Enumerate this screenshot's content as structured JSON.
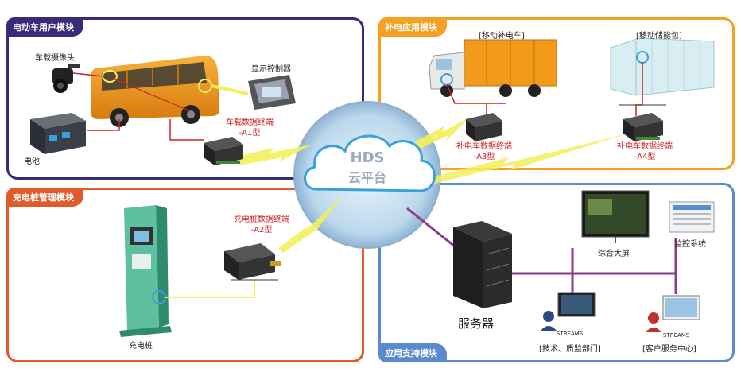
{
  "modules": {
    "ev_user": "电动车用户模块",
    "recharge": "补电应用模块",
    "charging_pile": "充电桩管理模块",
    "app_support": "应用支持模块"
  },
  "cloud": {
    "line1": "HDS",
    "line2": "云平台"
  },
  "ev_user": {
    "camera": "车载摄像头",
    "display": "显示控制器",
    "battery": "电池",
    "terminal_l1": "车载数据终端",
    "terminal_l2": "-A1型"
  },
  "recharge": {
    "mobile_truck": "[移动补电车]",
    "storage_pack": "[移动储能包]",
    "terminal_a3_l1": "补电车数据终端",
    "terminal_a3_l2": "-A3型",
    "terminal_a4_l1": "补电车数据终端",
    "terminal_a4_l2": "-A4型"
  },
  "charging_pile": {
    "terminal_l1": "充电桩数据终端",
    "terminal_l2": "-A2型",
    "pile": "充电桩"
  },
  "app_support": {
    "server": "服务器",
    "big_screen": "综合大屏",
    "monitor": "监控系统",
    "streams1": "STREAMS",
    "streams2": "STREAMS",
    "dept_tech": "[技术、质监部门]",
    "dept_service": "[客户服务中心]"
  },
  "colors": {
    "ev_user": "#3a2a7a",
    "recharge": "#f5a020",
    "charging_pile": "#e05a2a",
    "app_support": "#5a8ad0",
    "label_red": "#d32020",
    "lightning": "#f3ef5a"
  }
}
